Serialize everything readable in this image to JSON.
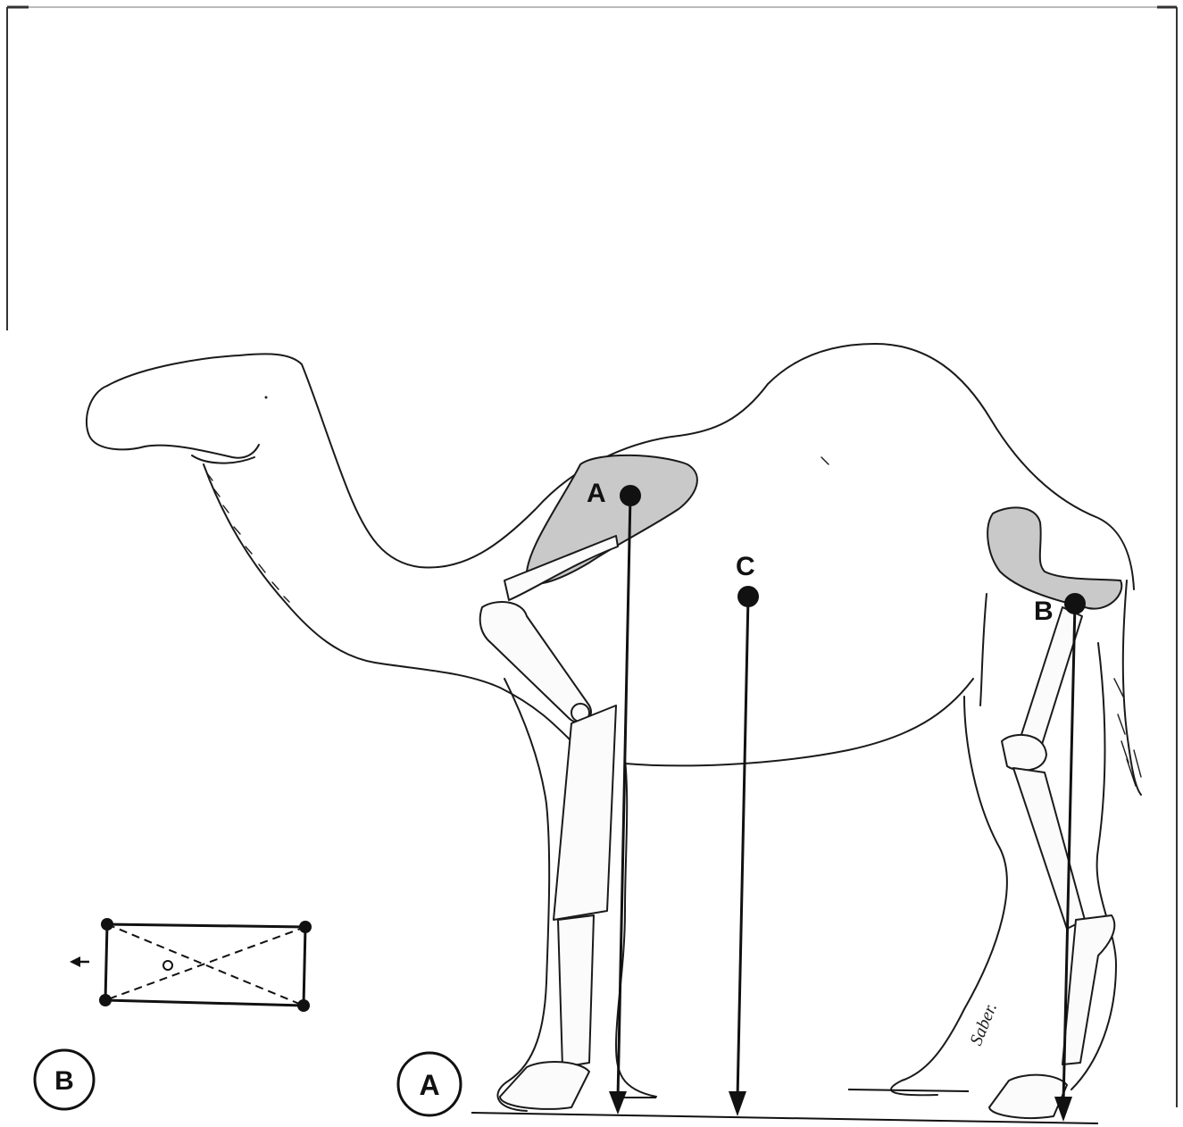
{
  "labels": {
    "point_a": "A",
    "point_b": "B",
    "point_c": "C",
    "panel_a": "A",
    "panel_b": "B",
    "signature": "Saber."
  },
  "colors": {
    "ink": "#111111",
    "paper": "#ffffff",
    "shading": "#c9c9c9"
  }
}
